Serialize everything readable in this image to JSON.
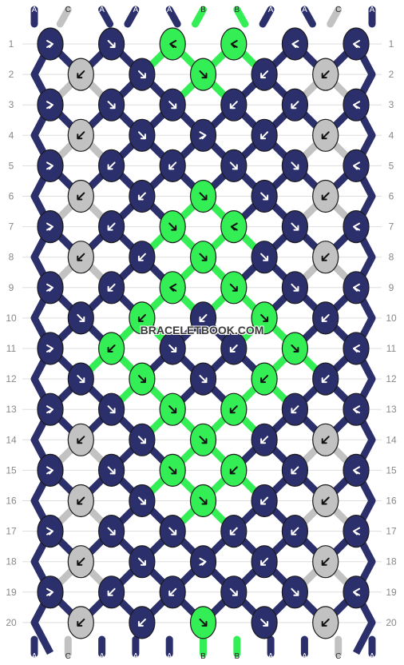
{
  "watermark": "BRACELETBOOK.COM",
  "colors": {
    "A": "#2b2f6b",
    "B": "#33ee55",
    "C": "#c2c2c2"
  },
  "threads_top": [
    "A",
    "C",
    "A",
    "A",
    "A",
    "B",
    "B",
    "A",
    "A",
    "C",
    "A"
  ],
  "threads_bottom": [
    "A",
    "C",
    "A",
    "A",
    "A",
    "B",
    "B",
    "A",
    "A",
    "C",
    "A"
  ],
  "row_labels": [
    "1",
    "2",
    "3",
    "4",
    "5",
    "6",
    "7",
    "8",
    "9",
    "10",
    "11",
    "12",
    "13",
    "14",
    "15",
    "16",
    "17",
    "18",
    "19",
    "20"
  ],
  "rows": [
    [
      "A:fl",
      "A:f",
      "B:bl",
      "B:bl",
      "A:bl",
      "A:bl"
    ],
    [
      "C:b",
      "A:f",
      "B:f",
      "A:b",
      "C:b"
    ],
    [
      "A:fl",
      "A:f",
      "A:f",
      "A:b",
      "A:b",
      "A:bl"
    ],
    [
      "C:b",
      "A:f",
      "A:fl",
      "A:b",
      "C:b"
    ],
    [
      "A:fl",
      "A:b",
      "A:b",
      "A:f",
      "A:f",
      "A:bl"
    ],
    [
      "C:b",
      "A:b",
      "B:f",
      "A:f",
      "C:b"
    ],
    [
      "A:fl",
      "A:b",
      "B:f",
      "B:bl",
      "A:f",
      "A:bl"
    ],
    [
      "C:b",
      "A:b",
      "B:f",
      "A:f",
      "C:b"
    ],
    [
      "A:fl",
      "A:b",
      "B:bl",
      "B:f",
      "A:f",
      "A:bl"
    ],
    [
      "A:f",
      "B:b",
      "A:b",
      "B:f",
      "A:b"
    ],
    [
      "A:fl",
      "B:b",
      "A:f",
      "A:b",
      "B:f",
      "A:bl"
    ],
    [
      "A:f",
      "B:f",
      "A:f",
      "B:b",
      "A:b"
    ],
    [
      "A:fl",
      "A:f",
      "B:f",
      "B:b",
      "A:b",
      "A:bl"
    ],
    [
      "C:b",
      "A:f",
      "B:f",
      "A:b",
      "C:b"
    ],
    [
      "A:fl",
      "A:f",
      "B:f",
      "B:b",
      "A:b",
      "A:bl"
    ],
    [
      "C:b",
      "A:f",
      "B:f",
      "A:b",
      "C:b"
    ],
    [
      "A:fl",
      "A:f",
      "A:f",
      "A:b",
      "A:b",
      "A:bl"
    ],
    [
      "C:b",
      "A:f",
      "A:fl",
      "A:b",
      "C:b"
    ],
    [
      "A:fl",
      "A:b",
      "A:b",
      "A:f",
      "A:f",
      "A:bl"
    ],
    [
      "C:b",
      "A:b",
      "B:f",
      "A:f",
      "C:b"
    ]
  ]
}
